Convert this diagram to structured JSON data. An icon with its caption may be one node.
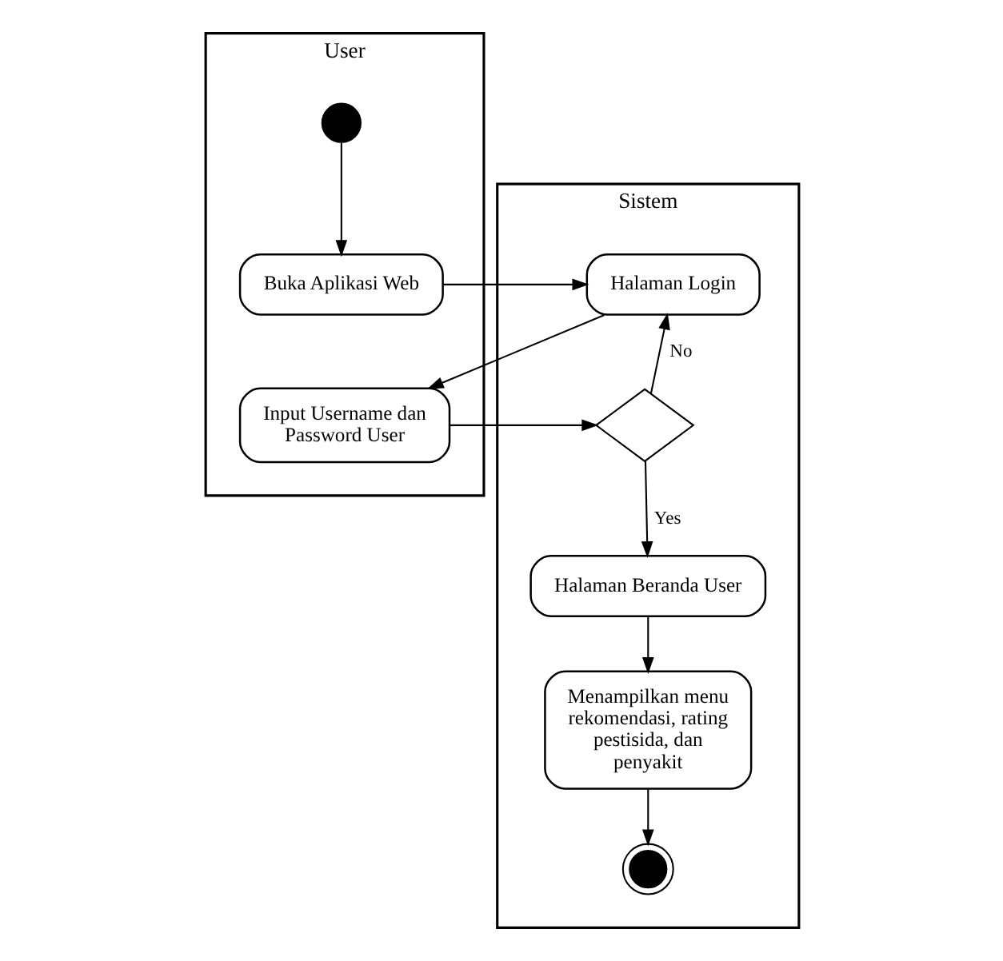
{
  "diagram": {
    "nodes": [
      {
        "text": [
          "User"
        ]
      },
      {
        "text": [
          "Sistem"
        ]
      },
      {
        "text": [],
        "shape": "circle",
        "in": 0
      },
      {
        "text": [
          "Buka Aplikasi Web"
        ],
        "in": 0
      },
      {
        "text": [
          "Input Username dan Password User"
        ],
        "in": 0
      },
      {
        "text": [
          "Halaman Login"
        ],
        "in": 1
      },
      {
        "text": [],
        "shape": "diamond",
        "in": 1
      },
      {
        "text": [
          "Halaman Beranda User"
        ],
        "in": 1
      },
      {
        "text": [
          "Menampilkan menu rekomendasi, rating pestisida, dan penyakit"
        ],
        "in": 1
      },
      {
        "text": [],
        "shape": "circle",
        "in": 1
      }
    ],
    "edges": [
      {
        "from": 2,
        "to": 3,
        "arrow": "to"
      },
      {
        "from": 3,
        "to": 5,
        "arrow": "to"
      },
      {
        "from": 5,
        "to": 4,
        "arrow": "to"
      },
      {
        "from": 4,
        "to": 6,
        "arrow": "to"
      },
      {
        "from": 6,
        "to": 5,
        "arrow": "to",
        "label": "No"
      },
      {
        "from": 6,
        "to": 7,
        "arrow": "to",
        "label": "Yes"
      },
      {
        "from": 7,
        "to": 8,
        "arrow": "to"
      },
      {
        "from": 8,
        "to": 9,
        "arrow": "to"
      }
    ]
  }
}
